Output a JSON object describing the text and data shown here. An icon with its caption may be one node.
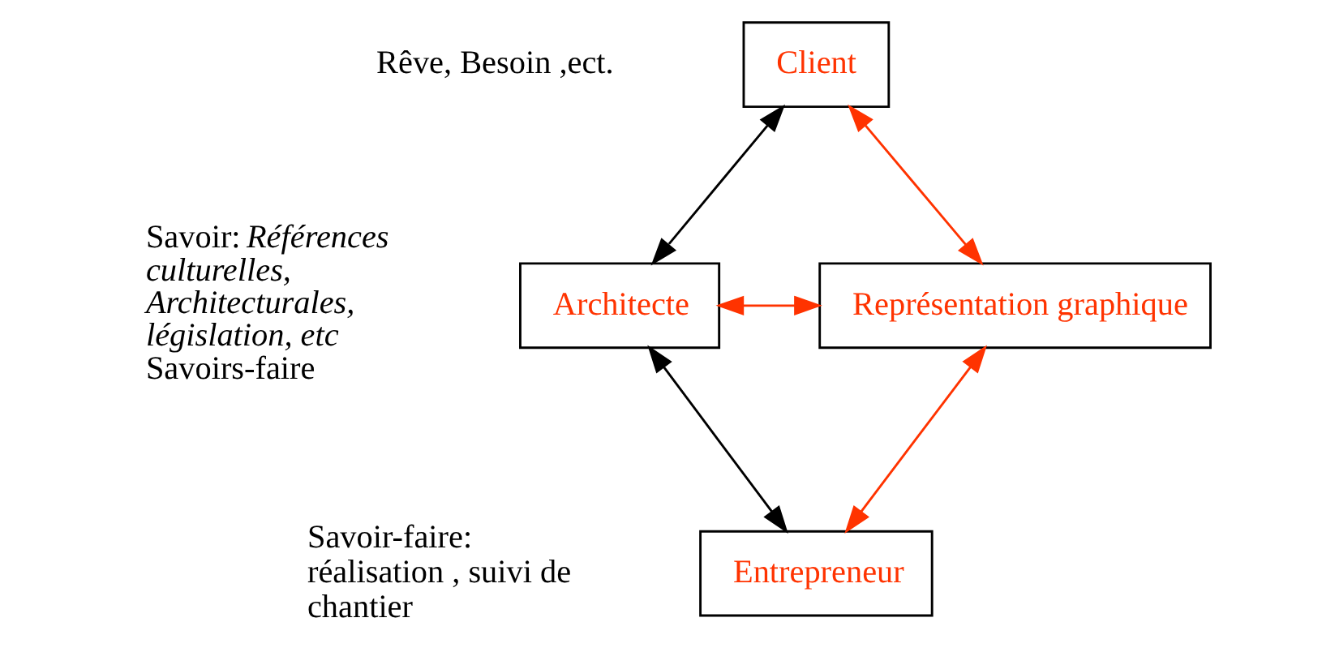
{
  "diagram": {
    "nodes": [
      {
        "text": [
          "Client"
        ]
      },
      {
        "text": [
          "Architecte"
        ]
      },
      {
        "text": [
          "Représentation graphique"
        ]
      },
      {
        "text": [
          "Entrepreneur"
        ]
      }
    ],
    "edges": [
      {
        "from": 0,
        "to": 1,
        "arrow": "both",
        "color": "#000000"
      },
      {
        "from": 0,
        "to": 2,
        "arrow": "both"
      },
      {
        "from": 1,
        "to": 2,
        "arrow": "both"
      },
      {
        "from": 1,
        "to": 3,
        "arrow": "both",
        "color": "#000000"
      },
      {
        "from": 3,
        "to": 2,
        "arrow": "both"
      }
    ],
    "labels": [
      "Rêve, Besoin ,ect.",
      "Savoir: *Références culturelles, Architecturales, législation, etc* Savoirs-faire",
      "Savoir-faire: réalisation , suivi de chantier"
    ]
  }
}
